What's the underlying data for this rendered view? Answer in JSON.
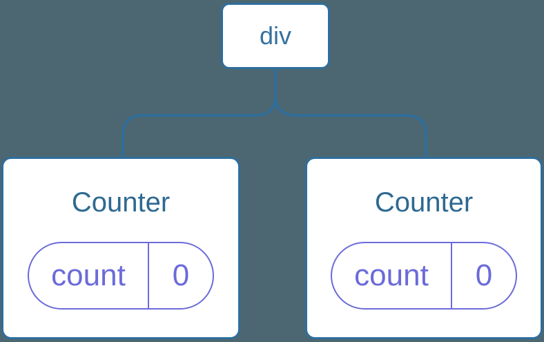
{
  "diagram": {
    "description": "React component tree diagram: a div root node with two Counter children, each holding count state of 0",
    "colors": {
      "background": "#4C6771",
      "line": "#2E6E9E",
      "node-border": "#2E6E9E",
      "node-label": "#35719E",
      "component-title": "#2D6991",
      "state-purple": "#6B6ADA",
      "card-bg": "#FFFFFF"
    },
    "root": {
      "label": "div"
    },
    "children": [
      {
        "title": "Counter",
        "state": {
          "key": "count",
          "value": "0"
        }
      },
      {
        "title": "Counter",
        "state": {
          "key": "count",
          "value": "0"
        }
      }
    ]
  }
}
